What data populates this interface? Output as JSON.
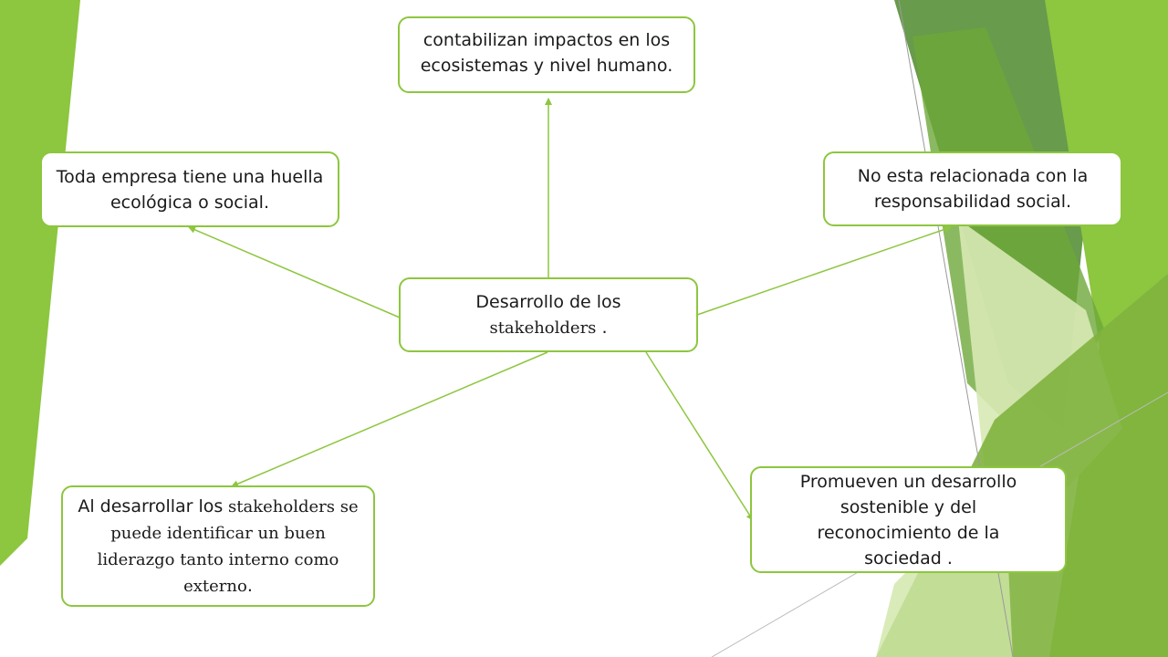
{
  "colors": {
    "accent": "#8dc63f",
    "line": "#8dc63f",
    "green_light": "#a4cf50",
    "green_dark": "#4e8a2c"
  },
  "diagram": {
    "center": {
      "line1": "Desarrollo de los",
      "line2": "stakeholders",
      "line2_suffix": " ."
    },
    "nodes": {
      "top": "contabilizan impactos en los ecosistemas y nivel humano.",
      "left": "Toda empresa tiene una huella ecológica o social.",
      "right": "No esta relacionada con la responsabilidad social.",
      "bottom_left": {
        "lead": "Al desarrollar los",
        "body": " stakeholders se puede identificar un buen liderazgo tanto interno como externo",
        "end": "."
      },
      "bottom_right": "Promueven un desarrollo sostenible y del reconocimiento de la sociedad ."
    }
  }
}
